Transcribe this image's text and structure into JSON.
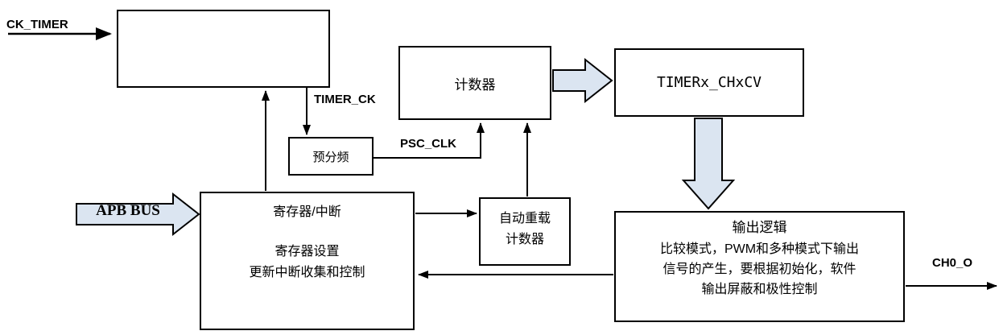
{
  "signals": {
    "ck_timer": "CK_TIMER",
    "timer_ck": "TIMER_CK",
    "psc_clk": "PSC_CLK",
    "apb_bus": "APB BUS",
    "ch0_o": "CH0_O"
  },
  "blocks": {
    "prescaler": {
      "label": "预分频"
    },
    "counter": {
      "label": "计数器"
    },
    "capture_compare": {
      "label": "TIMERx_CHxCV"
    },
    "auto_reload": {
      "line1": "自动重载",
      "line2": "计数器"
    },
    "register": {
      "title": "寄存器/中断",
      "line1": "寄存器设置",
      "line2": "更新中断收集和控制"
    },
    "output_logic": {
      "title": "输出逻辑",
      "line1": "比较模式，PWM和多种模式下输出",
      "line2": "信号的产生，要根据初始化，软件",
      "line3": "输出屏蔽和极性控制"
    }
  },
  "colors": {
    "block_arrow_fill": "#dbe5f1",
    "stroke": "#000000",
    "background": "#ffffff"
  }
}
